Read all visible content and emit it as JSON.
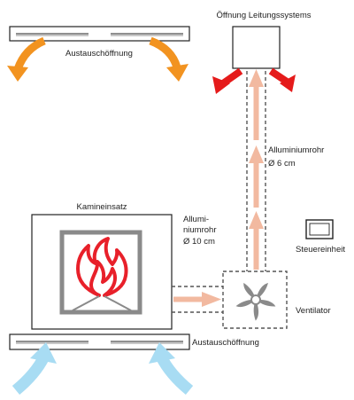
{
  "labels": {
    "duct_opening": "Öffnung Leitungssystems",
    "exchange_top": "Austauschöffnung",
    "exchange_bottom": "Austauschöffnung",
    "fireplace": "Kamineinsatz",
    "alu_pipe_large": "Alluminiumrohr",
    "alu_pipe_large_dim": "Ø 6 cm",
    "alu_pipe_small_l1": "Allumi-",
    "alu_pipe_small_l2": "niumrohr",
    "alu_pipe_small_dim": "Ø 10 cm",
    "control_unit": "Steuereinheit",
    "fan": "Ventilator"
  },
  "colors": {
    "outline": "#222222",
    "flame": "#e8202a",
    "grey": "#8a8a8a",
    "exhaust_arrow": "#e51b1b",
    "orange_arrow": "#f29320",
    "cold_arrow": "#a8dcf3",
    "warm_arrow": "#f2b9a0",
    "duct_dash": "#555555"
  },
  "icons": [
    "flame-icon",
    "fan-icon",
    "control-unit-icon"
  ]
}
